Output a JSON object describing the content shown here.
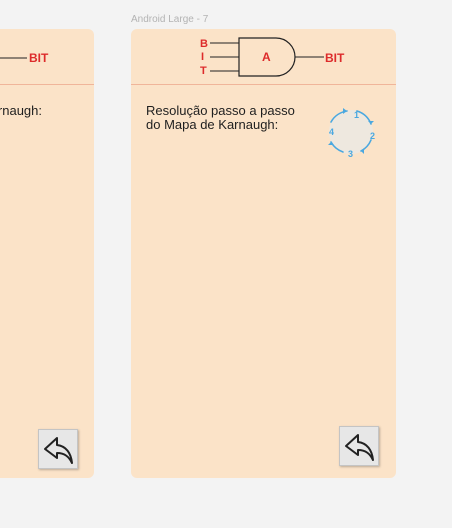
{
  "frame_label": "Android Large - 7",
  "gate": {
    "inputs": [
      "B",
      "I",
      "T"
    ],
    "label": "A",
    "output": "BIT"
  },
  "description": "Resolução passo a passo\ndo Mapa de Karnaugh:",
  "left_description": "Karnaugh:",
  "cycle_steps": [
    "1",
    "2",
    "3",
    "4"
  ],
  "colors": {
    "frame_bg": "#fbe3c8",
    "accent_red": "#dd2b2b",
    "cycle_blue": "#4aa8e0"
  },
  "icons": {
    "back_button": "reply-arrow-icon",
    "cycle": "cycle-steps-icon"
  }
}
